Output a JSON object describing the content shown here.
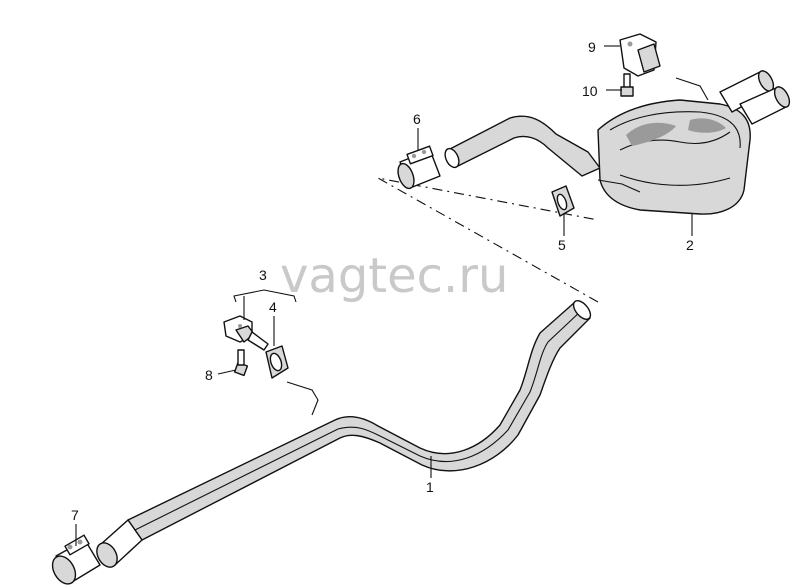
{
  "watermark": "vagtec.ru",
  "callouts": {
    "c1": "1",
    "c2": "2",
    "c3": "3",
    "c4": "4",
    "c5": "5",
    "c6": "6",
    "c7": "7",
    "c8": "8",
    "c9": "9",
    "c10": "10"
  }
}
